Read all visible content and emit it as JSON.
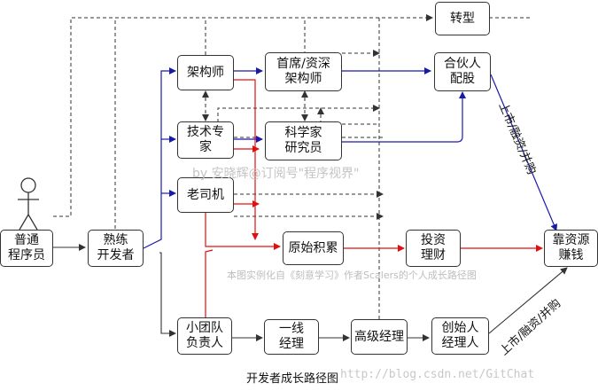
{
  "title": "开发者成长路径图",
  "watermark_author": "by 安晓辉@订阅号\"程序视界\"",
  "watermark_source": "本图实例化自《刻意学习》作者Scalers的个人成长路径图",
  "watermark_url": "http://blog.csdn.net/GitChat",
  "actor": "普通\n程序员",
  "nodes": {
    "skilled_dev": "熟练\n开发者",
    "architect": "架构师",
    "tech_expert": "技术专\n家",
    "veteran": "老司机",
    "team_lead": "小团队\n负责人",
    "chief_architect": "首席/资深\n架构师",
    "scientist": "科学家\n研究员",
    "transition": "转型",
    "partner": "合伙人\n配股",
    "accumulation": "原始积累",
    "investment": "投资\n理财",
    "capital": "靠资源\n赚钱",
    "front_manager": "一线\n经理",
    "senior_manager": "高级经理",
    "founder_manager": "创始人\n经理人"
  },
  "edge_labels": {
    "ipo_upper": "上市/融资/并购",
    "ipo_lower": "上市/融资/并购"
  },
  "colors": {
    "blue": "#1a1aaa",
    "red": "#e01010",
    "dark": "#333333"
  }
}
